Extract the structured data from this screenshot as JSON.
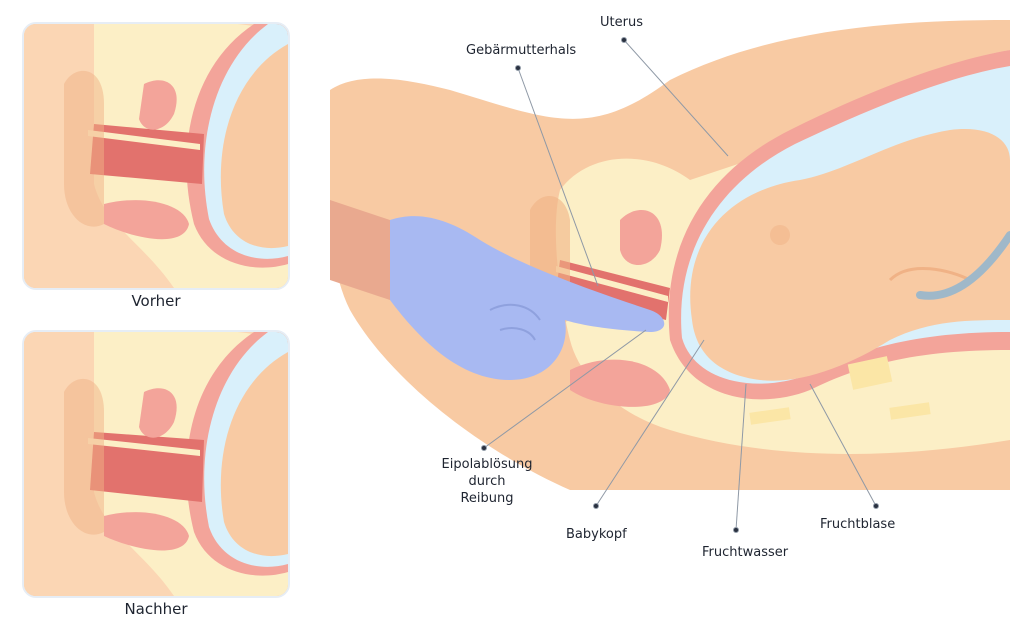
{
  "captions": {
    "before": "Vorher",
    "after": "Nachher"
  },
  "labels": {
    "uterus": "Uterus",
    "cervix": "Gebärmutterhals",
    "membrane_sweep": "Eipolablösung durch Reibung",
    "baby_head": "Babykopf",
    "amniotic_fluid": "Fruchtwasser",
    "amniotic_sac": "Fruchtblase"
  },
  "colors": {
    "skin": "#f8caa3",
    "skin_dark": "#f0b286",
    "bone": "#fcefc6",
    "muscle": "#f3a49a",
    "muscle_dark": "#e2726d",
    "fluid": "#d9f0fb",
    "glove": "#a8b9f2",
    "cord": "#9fb8c9"
  }
}
